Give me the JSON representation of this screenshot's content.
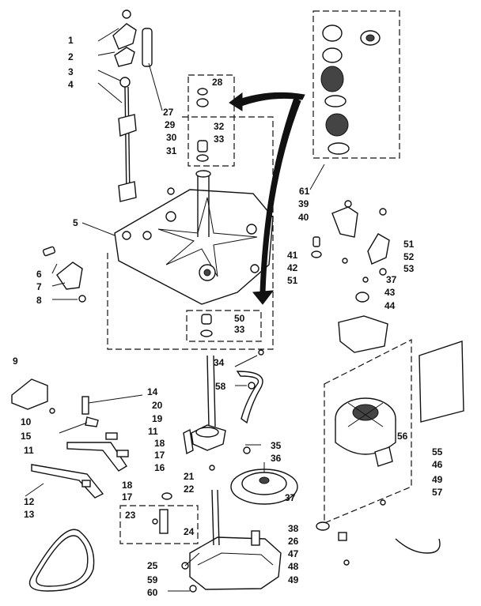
{
  "diagram": {
    "ink_color": "#111111",
    "background": "#ffffff",
    "callouts": [
      "1",
      "2",
      "3",
      "4",
      "5",
      "6",
      "7",
      "8",
      "9",
      "10",
      "11",
      "12",
      "13",
      "14",
      "15",
      "16",
      "17",
      "18",
      "19",
      "20",
      "21",
      "22",
      "23",
      "24",
      "25",
      "26",
      "27",
      "28",
      "29",
      "30",
      "31",
      "32",
      "33",
      "34",
      "35",
      "36",
      "37",
      "38",
      "39",
      "40",
      "41",
      "42",
      "43",
      "44",
      "46",
      "47",
      "48",
      "49",
      "50",
      "51",
      "52",
      "53",
      "55",
      "56",
      "57",
      "58",
      "59",
      "60",
      "61"
    ]
  }
}
